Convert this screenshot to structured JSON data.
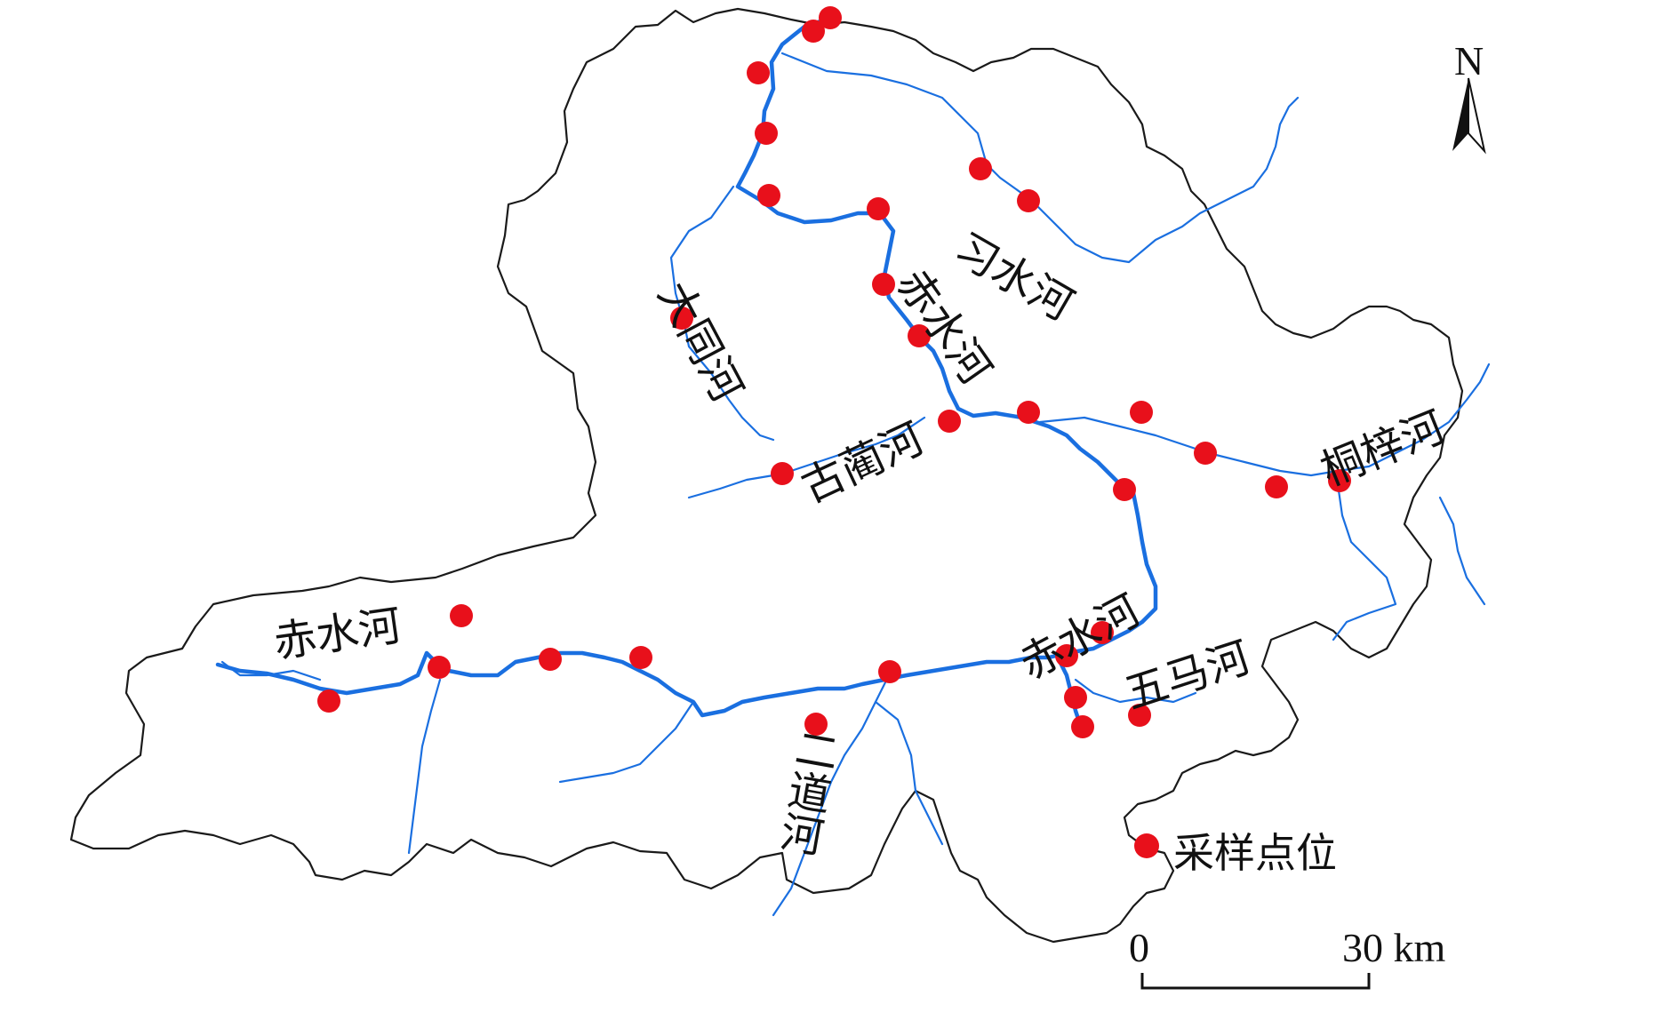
{
  "colors": {
    "boundary": "#1a1a1a",
    "river": "#1a6fe0",
    "sample_point": "#e8101b"
  },
  "north": {
    "label": "N"
  },
  "legend": {
    "sample_label": "采样点位"
  },
  "scale_bar": {
    "start_label": "0",
    "end_label": "30 km"
  },
  "rivers": {
    "xishui": "习水河",
    "datong": "大同河",
    "chishui_north": "赤水河",
    "gulin": "古蔺河",
    "tongzi": "桐梓河",
    "chishui_middle": "赤水河",
    "chishui_west": "赤水河",
    "wuma": "五马河",
    "erdao": "二道河"
  }
}
